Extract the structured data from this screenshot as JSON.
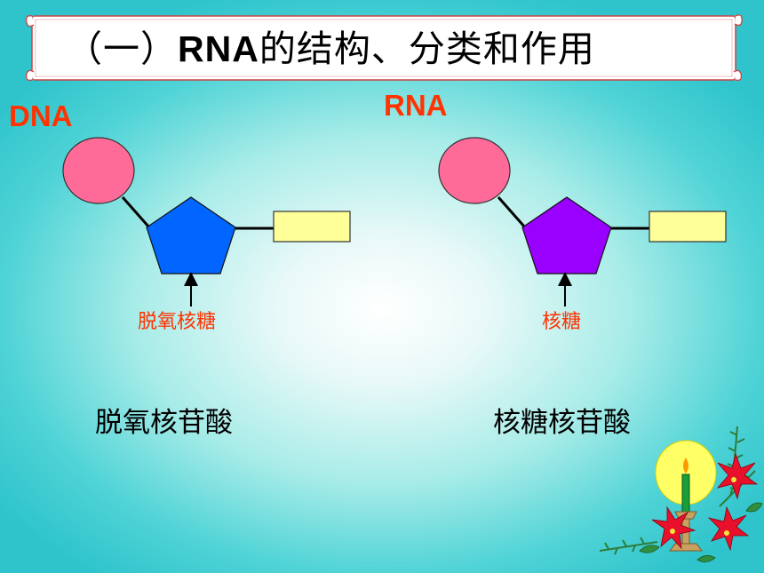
{
  "title": {
    "prefix": "（一）",
    "bold": "RNA",
    "rest": "的结构、分类和作用"
  },
  "dna": {
    "label": "DNA",
    "sugar_label": "脱氧核糖",
    "caption": "脱氧核苷酸"
  },
  "rna": {
    "label": "RNA",
    "sugar_label": "核糖",
    "caption": "核糖核苷酸"
  },
  "colors": {
    "phosphate": "#ff6b99",
    "dna_sugar": "#0066ff",
    "rna_sugar": "#9900ff",
    "base": "#ffff99",
    "label_red": "#ff3300"
  }
}
